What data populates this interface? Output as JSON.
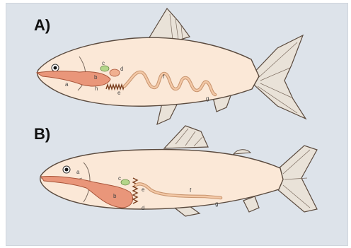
{
  "panels": [
    {
      "label": "A)",
      "parts": {
        "a": "a",
        "b": "b",
        "c": "c",
        "d": "d",
        "e": "e",
        "f": "f",
        "g": "g",
        "h": "h"
      }
    },
    {
      "label": "B)",
      "parts": {
        "a": "a",
        "b": "b",
        "c": "c",
        "d": "d",
        "e": "e",
        "f": "f",
        "g": "g"
      }
    }
  ],
  "colors": {
    "background": "#dde3ea",
    "body": "#fbe8d7",
    "outline": "#5a4a3e",
    "fin": "#e9e2d8",
    "organ": "#e9967a",
    "intestine": "#f3c8a6",
    "gallbladder": "#b4d68a"
  }
}
